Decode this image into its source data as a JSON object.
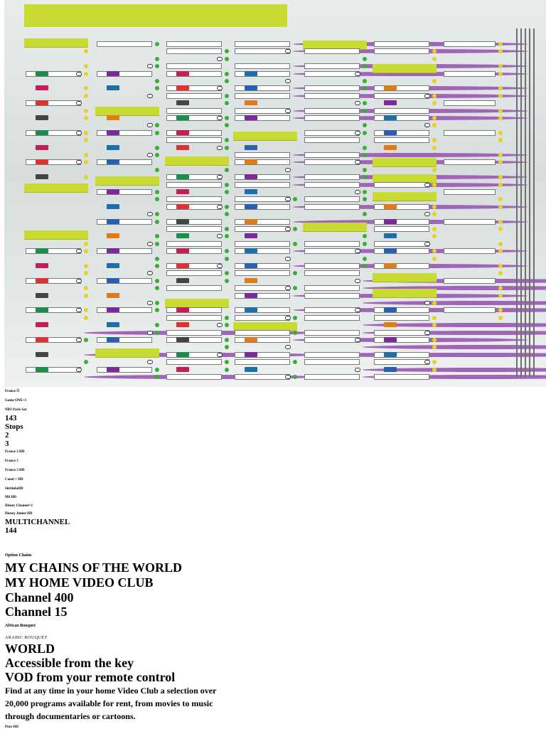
{
  "panel": {
    "colors": {
      "accent": "#c9da33",
      "dot_yellow": "#e6d221",
      "dot_green": "#3cab3a",
      "dot_purple": "#a064b8"
    }
  },
  "channels_list": [
    {
      "text": "France Ô",
      "size": "xs"
    },
    {
      "text": "Game ONE+1",
      "size": "xs"
    },
    {
      "text": "NRJ Paris Sat",
      "size": "xs"
    },
    {
      "text": "143",
      "size": "m"
    },
    {
      "text": "Stops",
      "size": "m"
    },
    {
      "text": "2",
      "size": "m"
    },
    {
      "text": "3",
      "size": "m"
    },
    {
      "text": "France 2 HD",
      "size": "xs"
    },
    {
      "text": "France 3",
      "size": "xs"
    },
    {
      "text": "France 3 HD",
      "size": "xs"
    },
    {
      "text": "Canal + HD",
      "size": "xs"
    },
    {
      "text": "SinSinfoHD",
      "size": "xs"
    },
    {
      "text": "M6 HD",
      "size": "xs"
    },
    {
      "text": "Disney Channel+1",
      "size": "xs"
    },
    {
      "text": "Disney Junior HD",
      "size": "xs"
    },
    {
      "text": "MULTICHANNEL",
      "size": "m"
    },
    {
      "text": "144",
      "size": "m"
    }
  ],
  "options": {
    "label": "Option Chains",
    "headings": [
      "MY CHAINS OF THE WORLD",
      "MY HOME VIDEO CLUB",
      "Channel 400",
      "Channel 15"
    ],
    "african": "African Bouquet",
    "arabic": "ARABIC BOUQUET",
    "world_headings": [
      "WORLD",
      "Accessible from the key",
      "VOD from your remote control"
    ],
    "description": "Find at any time in your home Video Club a selection over 20,000 programs available for rent, from movies to music through documentaries or cartoons.",
    "footer": "Pure HD"
  }
}
